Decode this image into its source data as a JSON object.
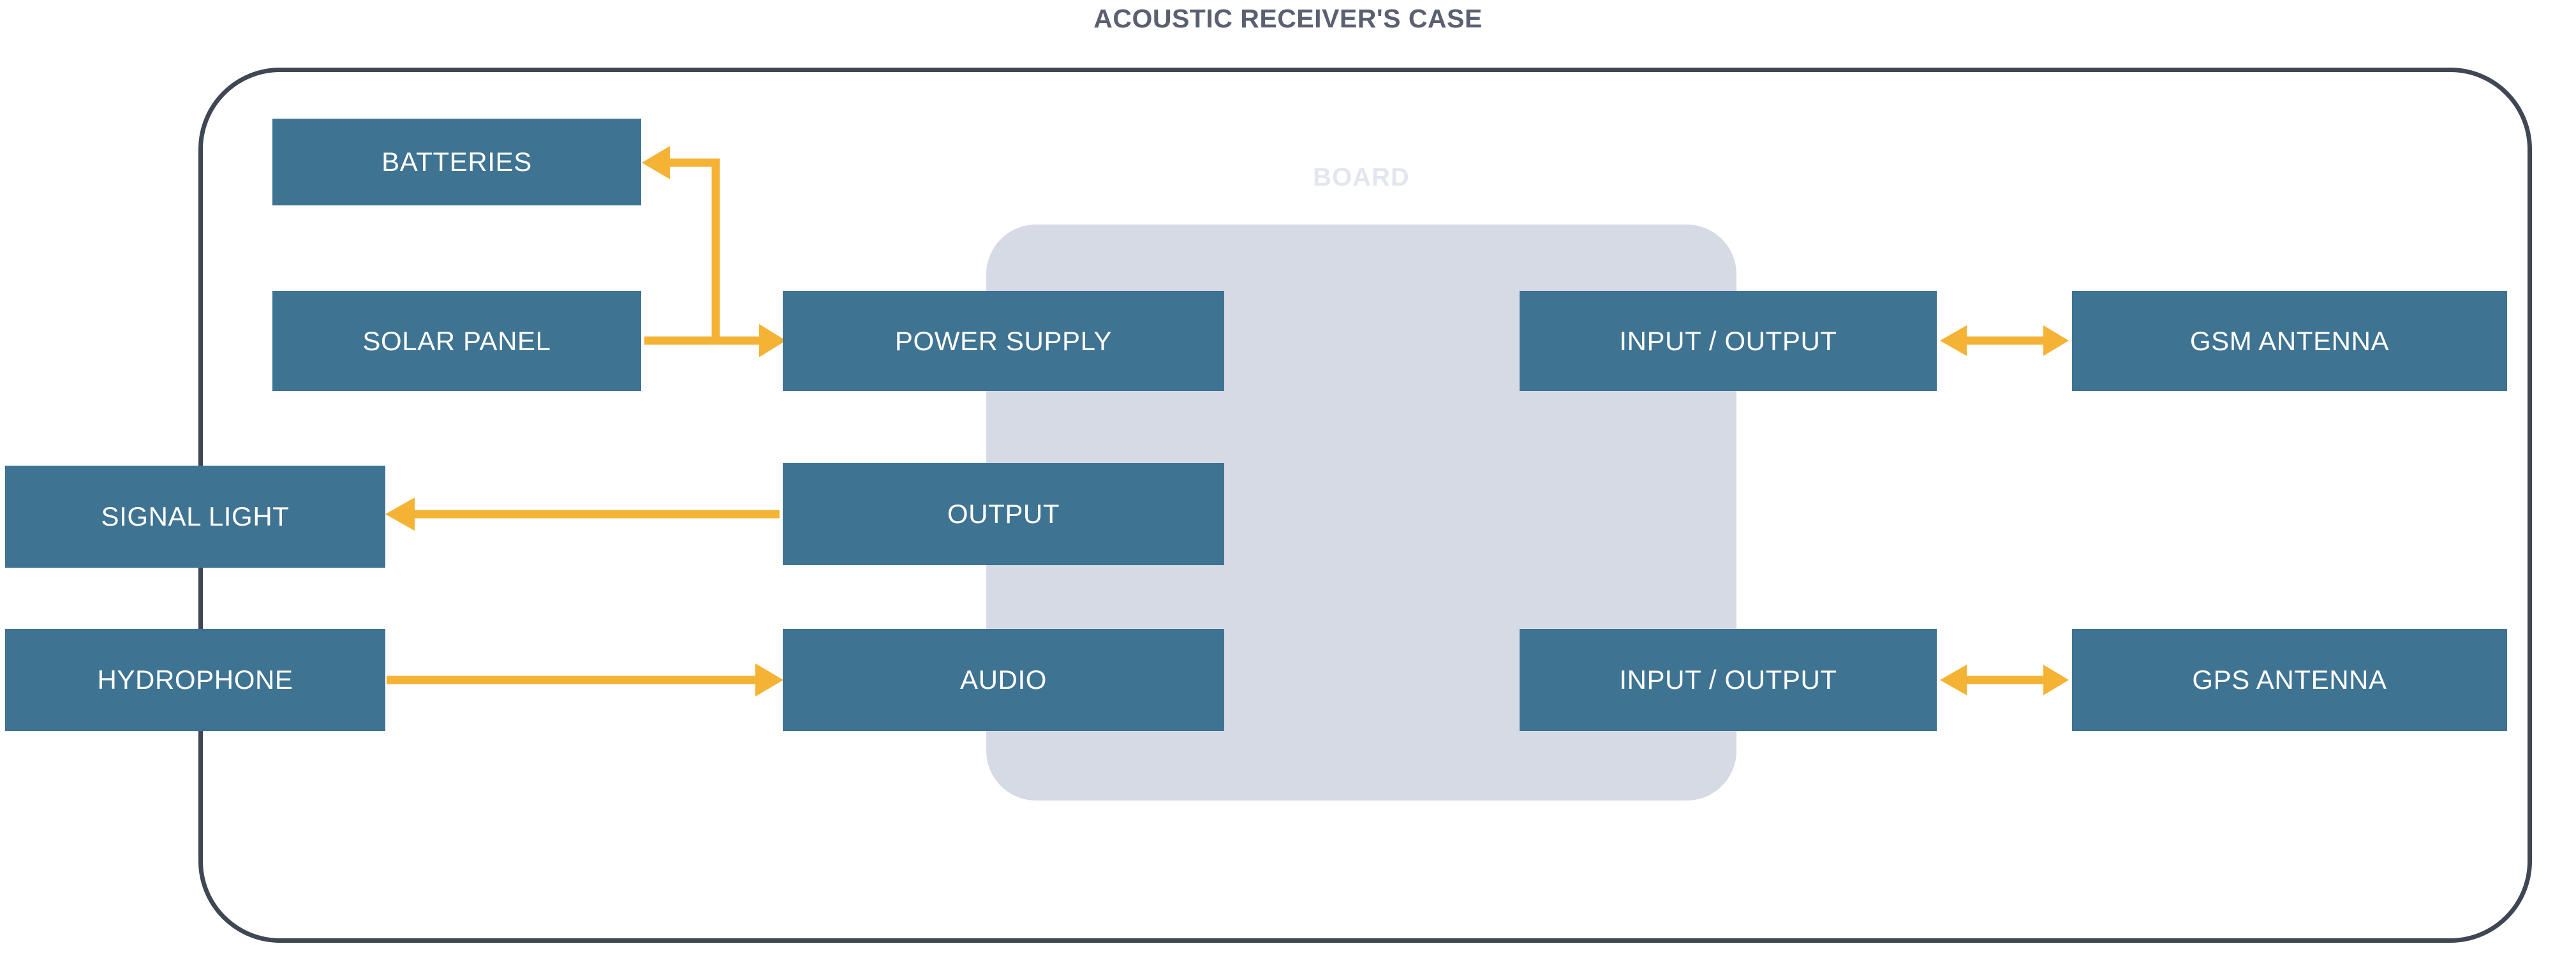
{
  "title": "ACOUSTIC RECEIVER'S CASE",
  "board": {
    "label": "BOARD"
  },
  "colors": {
    "block_fill": "#3f7392",
    "block_text": "#ffffff",
    "case_outline": "#3f4654",
    "board_fill": "#d6dae5",
    "board_label": "#e3e6ee",
    "arrow": "#f5b335",
    "title_text": "#5a6071",
    "background": "#ffffff"
  },
  "blocks": {
    "batteries": "BATTERIES",
    "solar_panel": "SOLAR PANEL",
    "power_supply": "POWER SUPPLY",
    "io_top": "INPUT / OUTPUT",
    "gsm_antenna": "GSM ANTENNA",
    "signal_light": "SIGNAL LIGHT",
    "output": "OUTPUT",
    "hydrophone": "HYDROPHONE",
    "audio": "AUDIO",
    "io_bottom": "INPUT / OUTPUT",
    "gps_antenna": "GPS ANTENNA"
  },
  "connections": [
    {
      "from": "SOLAR PANEL",
      "to": "POWER SUPPLY",
      "direction": "one-way"
    },
    {
      "from": "POWER SUPPLY",
      "to": "BATTERIES",
      "direction": "one-way"
    },
    {
      "from": "OUTPUT",
      "to": "SIGNAL LIGHT",
      "direction": "one-way"
    },
    {
      "from": "HYDROPHONE",
      "to": "AUDIO",
      "direction": "one-way"
    },
    {
      "from": "INPUT / OUTPUT",
      "to": "GSM ANTENNA",
      "direction": "two-way"
    },
    {
      "from": "INPUT / OUTPUT",
      "to": "GPS ANTENNA",
      "direction": "two-way"
    }
  ]
}
